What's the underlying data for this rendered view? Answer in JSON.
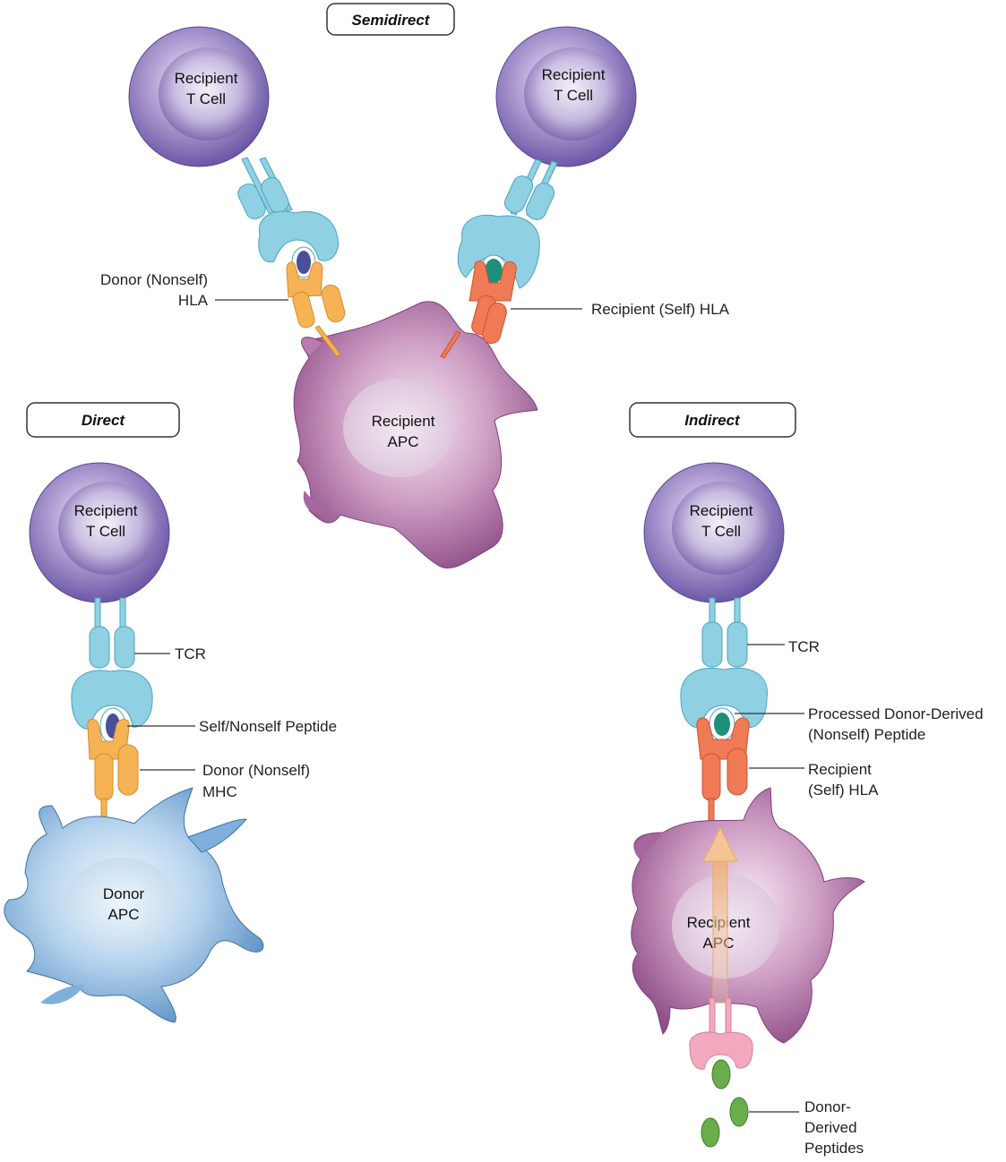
{
  "pathways": {
    "semidirect": {
      "title": "Semidirect"
    },
    "direct": {
      "title": "Direct"
    },
    "indirect": {
      "title": "Indirect"
    }
  },
  "cells": {
    "semidirect_tcell_left": {
      "line1": "Recipient",
      "line2": "T Cell"
    },
    "semidirect_tcell_right": {
      "line1": "Recipient",
      "line2": "T Cell"
    },
    "semidirect_apc": {
      "line1": "Recipient",
      "line2": "APC"
    },
    "direct_tcell": {
      "line1": "Recipient",
      "line2": "T Cell"
    },
    "direct_apc": {
      "line1": "Donor",
      "line2": "APC"
    },
    "indirect_tcell": {
      "line1": "Recipient",
      "line2": "T Cell"
    },
    "indirect_apc": {
      "line1": "Recipient",
      "line2": "APC"
    }
  },
  "callouts": {
    "donor_hla": {
      "line1": "Donor (Nonself)",
      "line2": "HLA"
    },
    "recipient_self_hla": {
      "line1": "Recipient (Self) HLA"
    },
    "direct_tcr": {
      "line1": "TCR"
    },
    "self_nonself_peptide": {
      "line1": "Self/Nonself Peptide"
    },
    "donor_mhc": {
      "line1": "Donor (Nonself)",
      "line2": "MHC"
    },
    "indirect_tcr": {
      "line1": "TCR"
    },
    "processed_peptide": {
      "line1": "Processed Donor-Derived",
      "line2": "(Nonself) Peptide"
    },
    "recipient_hla_indirect": {
      "line1": "Recipient",
      "line2": "(Self) HLA"
    },
    "donor_peptides": {
      "line1": "Donor-",
      "line2": "Derived",
      "line3": "Peptides"
    }
  },
  "colors": {
    "tcell": "#8a72b8",
    "tcell_nucleus": "#6a4f9c",
    "tcr": "#8fd0e3",
    "donor_hla": "#f6b356",
    "recipient_hla": "#ef7a55",
    "recipient_apc": "#b06fa2",
    "donor_apc": "#86b6df",
    "peptide_nonself": "#4b4e9a",
    "peptide_self": "#1e8f7c",
    "donor_peptides": "#6aae4c",
    "receptor_pink": "#f2a9bd"
  }
}
